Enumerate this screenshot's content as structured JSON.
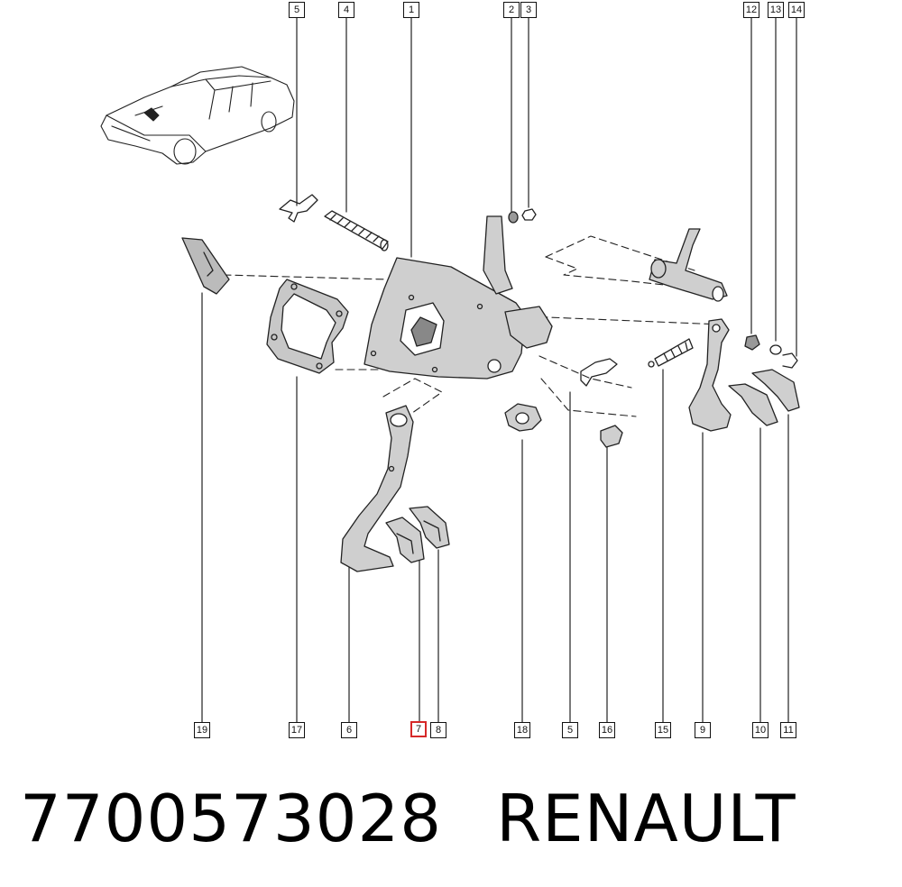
{
  "callouts_top": [
    "5",
    "4",
    "1",
    "2",
    "3",
    "12",
    "13",
    "14"
  ],
  "callouts_bottom": [
    "19",
    "17",
    "6",
    "7",
    "8",
    "18",
    "5",
    "16",
    "15",
    "9",
    "10",
    "11"
  ],
  "highlighted_part": "7",
  "highlight_color": "#d62828",
  "part_number": "7700573028",
  "brand": "RENAULT"
}
